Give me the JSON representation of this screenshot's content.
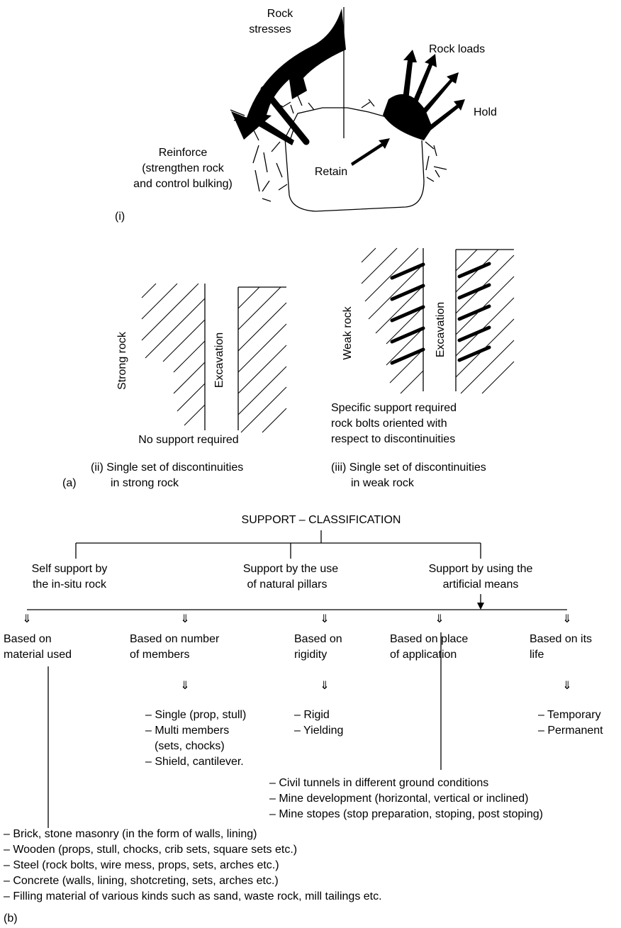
{
  "part_a": {
    "panel_i": {
      "rock_stresses": [
        "Rock",
        "stresses"
      ],
      "rock_loads": "Rock loads",
      "hold": "Hold",
      "reinforce": [
        "Reinforce",
        "(strengthen rock",
        "and control bulking)"
      ],
      "retain": "Retain",
      "panel_label": "(i)"
    },
    "panel_ii": {
      "strong_rock": "Strong rock",
      "excavation": "Excavation",
      "note": "No support required",
      "caption": [
        "(ii) Single set of discontinuities",
        "in strong rock"
      ]
    },
    "panel_iii": {
      "weak_rock": "Weak rock",
      "excavation": "Excavation",
      "note": [
        "Specific support required",
        "rock bolts oriented with",
        "respect to discontinuities"
      ],
      "caption": [
        "(iii) Single set of discontinuities",
        "in weak rock"
      ]
    },
    "part_label": "(a)"
  },
  "part_b": {
    "title": "SUPPORT – CLASSIFICATION",
    "level1": [
      [
        "Self support by",
        "the in-situ rock"
      ],
      [
        "Support by the use",
        "of  natural pillars"
      ],
      [
        "Support by using the",
        "artificial means"
      ]
    ],
    "arrow_glyph": "⇓",
    "level2": [
      [
        "Based on",
        "material used"
      ],
      [
        "Based on number",
        "of members"
      ],
      [
        "Based on",
        "rigidity"
      ],
      [
        "Based on place",
        "of application"
      ],
      [
        "Based on its",
        "life"
      ]
    ],
    "members_items": [
      "– Single (prop, stull)",
      "– Multi members",
      "(sets, chocks)",
      "– Shield, cantilever."
    ],
    "rigidity_items": [
      "– Rigid",
      "– Yielding"
    ],
    "life_items": [
      "– Temporary",
      "– Permanent"
    ],
    "application_items": [
      "– Civil tunnels in different ground conditions",
      "– Mine development (horizontal, vertical or inclined)",
      "– Mine stopes (stop preparation, stoping, post stoping)"
    ],
    "material_items": [
      "– Brick, stone masonry (in the form of walls, lining)",
      "– Wooden (props, stull, chocks, crib sets, square sets etc.)",
      "– Steel (rock bolts, wire mess, props, sets, arches etc.)",
      "– Concrete (walls, lining, shotcreting, sets, arches etc.)",
      "– Filling material of various kinds such as sand, waste rock, mill tailings etc."
    ],
    "part_label": "(b)"
  }
}
